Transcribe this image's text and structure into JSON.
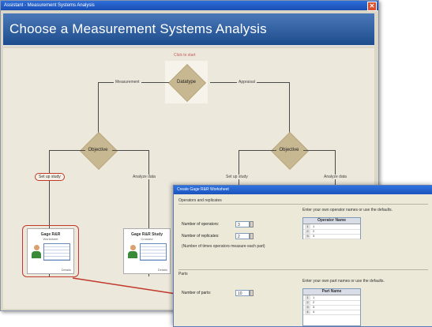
{
  "window": {
    "title": "Assistant - Measurement Systems Analysis",
    "close_glyph": "✕"
  },
  "banner": {
    "heading": "Choose a Measurement Systems Analysis"
  },
  "flow": {
    "click_to_start": "Click to start",
    "datatype_label": "Datatype",
    "measurement_label": "Measurement",
    "appraisal_label": "Appraisal",
    "objective_left": "Objective",
    "objective_right": "Objective",
    "setup_left": "Set up study",
    "analyze_left": "Analyze data",
    "setup_right": "Set up study",
    "analyze_right": "Analyze data"
  },
  "cards": [
    {
      "title": "Gage R&R",
      "subtitle": "Worksheet",
      "footer": "Details"
    },
    {
      "title": "Gage R&R Study",
      "subtitle": "Crossed",
      "footer": "Details"
    }
  ],
  "dialog": {
    "title": "Create Gage R&R Worksheet",
    "operators_group": "Operators and replicates",
    "operators_label": "Number of operators:",
    "operators_value": "3",
    "replicates_label": "Number of replicates:",
    "replicates_value": "2",
    "replicates_note": "(Number of times operators measure each part)",
    "operator_hint": "Enter your own operator names or use the defaults.",
    "operator_table_header": "Operator Name",
    "operator_rows": [
      {
        "n": "1",
        "v": "1"
      },
      {
        "n": "2",
        "v": "2"
      },
      {
        "n": "3",
        "v": "3"
      }
    ],
    "parts_group": "Parts",
    "parts_label": "Number of parts:",
    "parts_value": "10",
    "part_hint": "Enter your own part names or use the defaults.",
    "part_table_header": "Part Name",
    "part_rows": [
      {
        "n": "1",
        "v": "1"
      },
      {
        "n": "2",
        "v": "2"
      },
      {
        "n": "3",
        "v": "3"
      },
      {
        "n": "4",
        "v": "4"
      }
    ]
  },
  "colors": {
    "accent": "#1d4c8c",
    "highlight": "#c0392b",
    "diamond": "#c8b891"
  }
}
